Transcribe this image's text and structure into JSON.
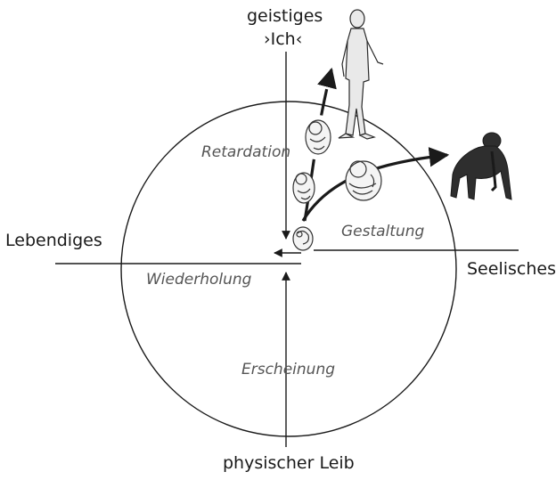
{
  "labels": {
    "top_line1": "geistiges",
    "top_line2": "›Ich‹",
    "left": "Lebendiges",
    "right": "Seelisches",
    "bottom": "physischer Leib"
  },
  "inner_labels": {
    "retardation": "Retardation",
    "gestaltung": "Gestaltung",
    "wiederholung": "Wiederholung",
    "erscheinung": "Erscheinung"
  },
  "figures": {
    "human": "human-figure-icon",
    "ape": "chimpanzee-icon",
    "embryos": "embryo-icon"
  },
  "colors": {
    "line": "#1a1a1a",
    "inner_text": "#555555"
  }
}
